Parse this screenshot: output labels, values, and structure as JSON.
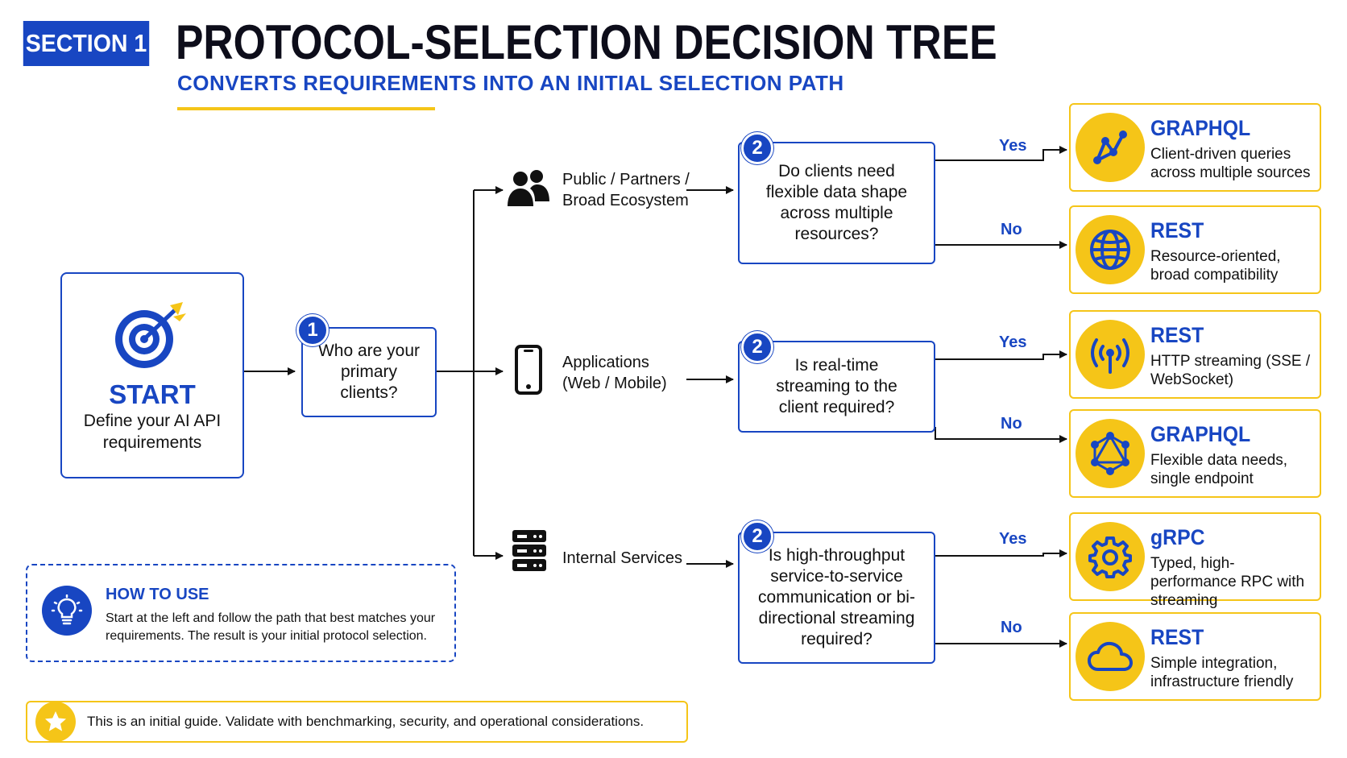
{
  "header": {
    "section_badge": "SECTION 1",
    "title": "PROTOCOL-SELECTION DECISION TREE",
    "subtitle": "CONVERTS REQUIREMENTS INTO AN INITIAL SELECTION PATH"
  },
  "start": {
    "label": "START",
    "description": "Define your AI API requirements",
    "icon": "target-icon"
  },
  "question1": {
    "number": "1",
    "text": "Who are your primary clients?"
  },
  "branches": [
    {
      "label": "Public / Partners / Broad Ecosystem",
      "icon": "people-icon",
      "question_number": "2",
      "question": "Do clients need flexible data shape across multiple resources?",
      "yes_label": "Yes",
      "no_label": "No",
      "yes_result": {
        "title": "GRAPHQL",
        "description": "Client-driven queries across multiple sources",
        "icon": "graph-nodes-icon"
      },
      "no_result": {
        "title": "REST",
        "description": "Resource-oriented, broad compatibility",
        "icon": "globe-icon"
      }
    },
    {
      "label": "Applications (Web / Mobile)",
      "icon": "smartphone-icon",
      "question_number": "2",
      "question": "Is real-time streaming to the client required?",
      "yes_label": "Yes",
      "no_label": "No",
      "yes_result": {
        "title": "REST",
        "description": "HTTP streaming (SSE / WebSocket)",
        "icon": "broadcast-icon"
      },
      "no_result": {
        "title": "GRAPHQL",
        "description": "Flexible data needs, single endpoint",
        "icon": "graphql-logo-icon"
      }
    },
    {
      "label": "Internal Services",
      "icon": "server-icon",
      "question_number": "2",
      "question": "Is high-throughput service-to-service communication or bi-directional streaming required?",
      "yes_label": "Yes",
      "no_label": "No",
      "yes_result": {
        "title": "gRPC",
        "description": "Typed, high-performance RPC with streaming",
        "icon": "gear-icon"
      },
      "no_result": {
        "title": "REST",
        "description": "Simple integration, infrastructure friendly",
        "icon": "cloud-icon"
      }
    }
  ],
  "how_to_use": {
    "title": "HOW TO USE",
    "text": "Start at the left and follow the path that best matches your requirements. The result is your initial protocol selection.",
    "icon": "lightbulb-icon"
  },
  "note": {
    "text": "This is an initial guide. Validate with benchmarking, security, and operational considerations.",
    "icon": "star-icon"
  },
  "colors": {
    "primary_blue": "#1846c2",
    "accent_yellow": "#f5c518",
    "text_dark": "#111111"
  }
}
